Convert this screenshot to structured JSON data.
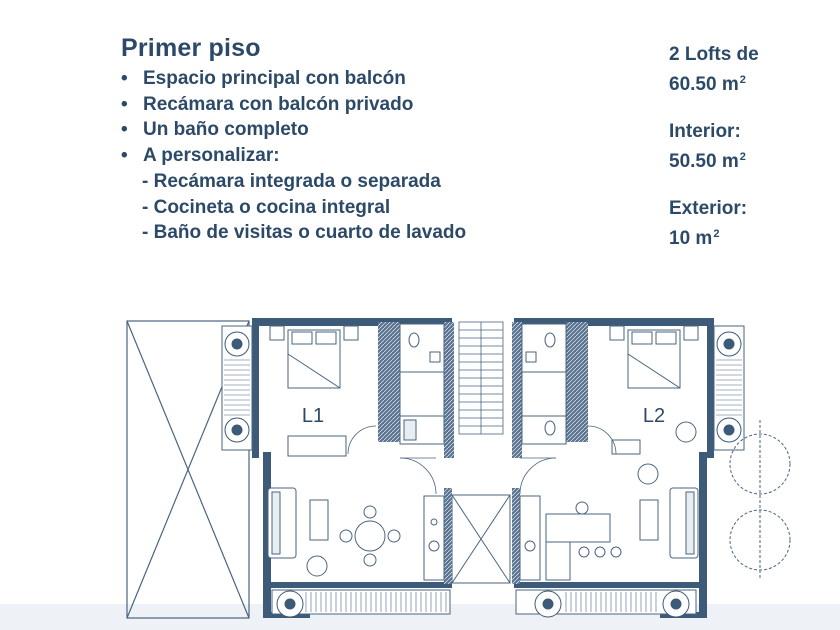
{
  "heading": "Primer piso",
  "features": [
    {
      "text": "Espacio principal con balcón",
      "bullet": "•"
    },
    {
      "text": "Recámara con balcón privado",
      "bullet": "•"
    },
    {
      "text": "Un baño completo",
      "bullet": "•"
    },
    {
      "text": "A personalizar:",
      "bullet": "•"
    },
    {
      "text": "- Recámara integrada o separada",
      "bullet": ""
    },
    {
      "text": "- Cocineta o cocina integral",
      "bullet": ""
    },
    {
      "text": "- Baño de visitas o cuarto de lavado",
      "bullet": ""
    }
  ],
  "lofts": {
    "line1": "2 Lofts de",
    "total_value": "60.50 m",
    "interior_label": "Interior:",
    "interior_value": "50.50 m",
    "exterior_label": "Exterior:",
    "exterior_value": "10 m",
    "unit_exponent": "2"
  },
  "plan": {
    "unit_left_label": "L1",
    "unit_right_label": "L2",
    "wall_color": "#3d5a78",
    "line_color": "#4a6582",
    "fill_color": "#e8edf2"
  }
}
